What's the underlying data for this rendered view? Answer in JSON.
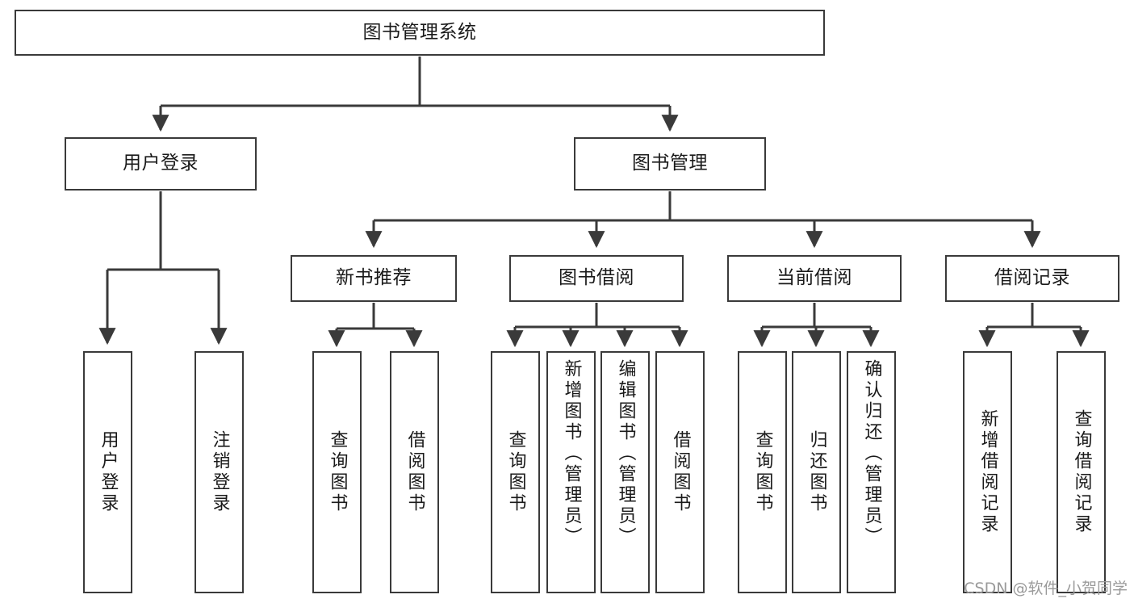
{
  "diagram": {
    "title": "图书管理系统",
    "type": "tree-hierarchy-chart",
    "stroke_color": "#3a3a3a",
    "fill_color": "#ffffff",
    "text_color": "#1a1a1a",
    "watermark": "CSDN @软件_小贺同学"
  },
  "nodes": {
    "root": {
      "label": "图书管理系统"
    },
    "level2": [
      {
        "id": "user-login",
        "label": "用户登录"
      },
      {
        "id": "book-manage",
        "label": "图书管理"
      }
    ],
    "level3": [
      {
        "id": "new-book-recommend",
        "label": "新书推荐"
      },
      {
        "id": "book-borrow",
        "label": "图书借阅"
      },
      {
        "id": "current-borrow",
        "label": "当前借阅"
      },
      {
        "id": "borrow-record",
        "label": "借阅记录"
      }
    ],
    "leaves": {
      "user_login": [
        {
          "id": "leaf-user-login",
          "label": "用户登录"
        },
        {
          "id": "leaf-logout-login",
          "label": "注销登录"
        }
      ],
      "new_book_recommend": [
        {
          "id": "leaf-query-book-1",
          "label": "查询图书"
        },
        {
          "id": "leaf-borrow-book-1",
          "label": "借阅图书"
        }
      ],
      "book_borrow": [
        {
          "id": "leaf-query-book-2",
          "label": "查询图书"
        },
        {
          "id": "leaf-add-book-admin",
          "label": "新增图书（管理员）"
        },
        {
          "id": "leaf-edit-book-admin",
          "label": "编辑图书（管理员）"
        },
        {
          "id": "leaf-borrow-book-2",
          "label": "借阅图书"
        }
      ],
      "current_borrow": [
        {
          "id": "leaf-query-book-3",
          "label": "查询图书"
        },
        {
          "id": "leaf-return-book",
          "label": "归还图书"
        },
        {
          "id": "leaf-confirm-return-admin",
          "label": "确认归还（管理员）"
        }
      ],
      "borrow_record": [
        {
          "id": "leaf-add-borrow-record",
          "label": "新增借阅记录"
        },
        {
          "id": "leaf-query-borrow-record",
          "label": "查询借阅记录"
        }
      ]
    }
  }
}
